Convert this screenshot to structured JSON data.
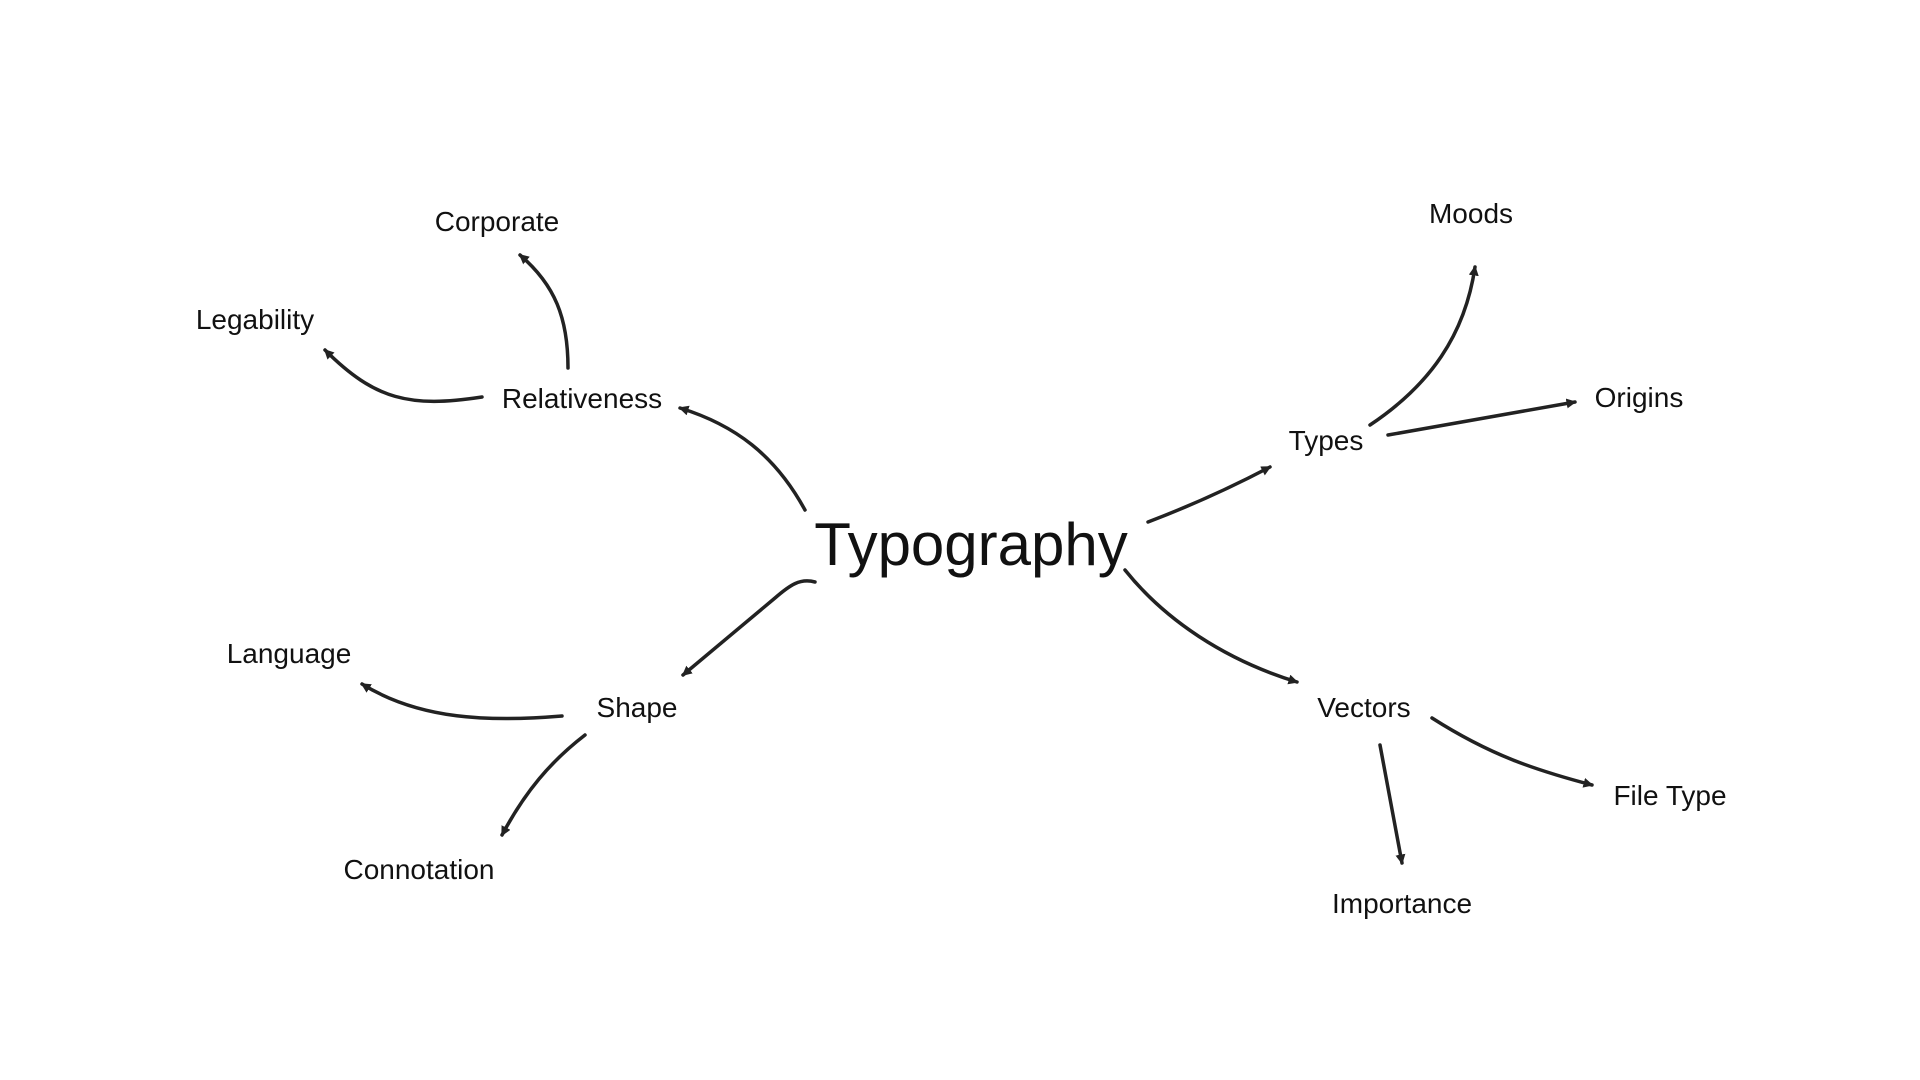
{
  "map": {
    "central": "Typography",
    "branches": {
      "relativeness": "Relativeness",
      "corporate": "Corporate",
      "legability": "Legability",
      "shape": "Shape",
      "language": "Language",
      "connotation": "Connotation",
      "types": "Types",
      "moods": "Moods",
      "origins": "Origins",
      "vectors": "Vectors",
      "importance": "Importance",
      "file_type": "File Type"
    }
  },
  "colors": {
    "line": "#222222",
    "text": "#111111",
    "background": "#ffffff"
  }
}
